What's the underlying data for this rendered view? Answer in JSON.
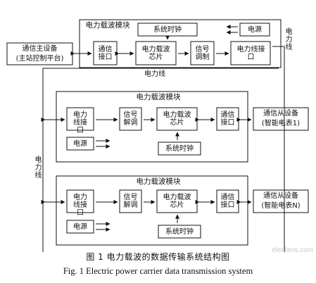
{
  "diagram": {
    "master": {
      "label": "通信主设备",
      "sub": "(主站控制平台)"
    },
    "master_module": {
      "title": "电力载波模块",
      "clock": "系统时钟",
      "power": "电源",
      "comm": "通信接口",
      "chip": "电力载波芯片",
      "modulate": "信号调制",
      "pl_if": "电力线接口"
    },
    "line_labels": {
      "right": "电力线",
      "middle": "电力线",
      "left": "电力线"
    },
    "slave_modules": [
      {
        "title": "电力载波模块",
        "pl_if": "电力线接口",
        "demod": "信号解调",
        "chip": "电力载波芯片",
        "comm": "通信接口",
        "power": "电源",
        "clock": "系统时钟",
        "slave_label": "通信从设备",
        "slave_sub": "(智能电表1)"
      },
      {
        "title": "电力载波模块",
        "pl_if": "电力线接口",
        "demod": "信号解调",
        "chip": "电力载波芯片",
        "comm": "通信接口",
        "power": "电源",
        "clock": "系统时钟",
        "slave_label": "通信从设备",
        "slave_sub": "(智能电表N)"
      }
    ]
  },
  "caption": {
    "cn": "图 1   电力载波的数据传输系统结构图",
    "en": "Fig. 1   Electric power carrier data transmission system"
  },
  "watermark": "elecfans.com"
}
